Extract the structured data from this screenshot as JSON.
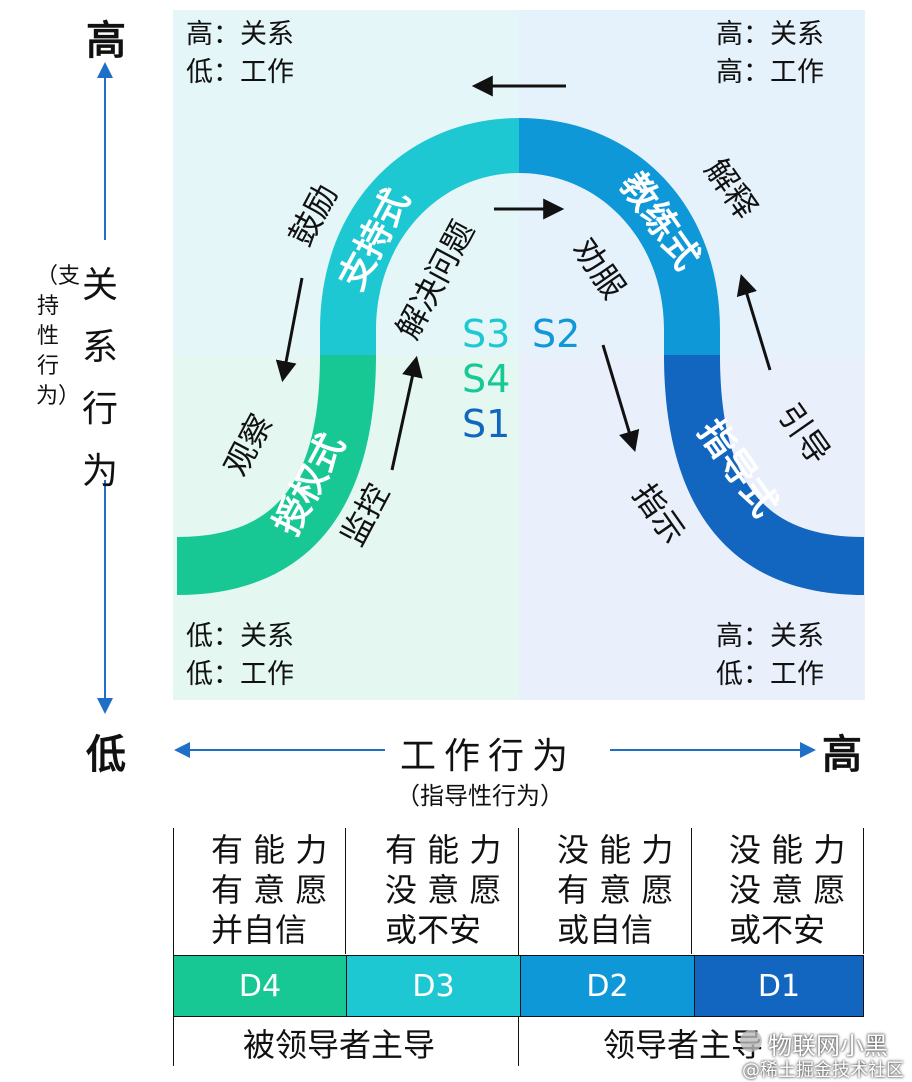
{
  "axes": {
    "y_high": "高",
    "y_low": "低",
    "y_title": "关系行为",
    "y_subtitle": "（支持性行为）",
    "x_title": "工作行为",
    "x_subtitle": "（指导性行为）",
    "x_high": "高"
  },
  "quadrants": {
    "top_left": "高：关系\n低：工作",
    "top_right": "高：关系\n高：工作",
    "bottom_left": "低：关系\n低：工作",
    "bottom_right": "高：关系\n低：工作"
  },
  "styles": {
    "s3": "支持式",
    "s2": "教练式",
    "s1": "指导式",
    "s4": "授权式"
  },
  "flow_labels": {
    "guli": "鼓励",
    "guancha": "观察",
    "jiejue": "解决问题",
    "jiankong": "监控",
    "shuofu": "劝服",
    "zhishi": "指示",
    "jieshi": "解释",
    "yindao": "引导"
  },
  "stages": {
    "s3": "S3",
    "s2": "S2",
    "s4": "S4",
    "s1": "S1"
  },
  "table": {
    "cells": [
      "有 能 力\n有 意 愿\n并自信",
      "有 能 力\n没 意 愿\n或不安",
      "没 能 力\n有 意 愿\n或自信",
      "没 能 力\n没 意 愿\n或不安"
    ],
    "levels": [
      "D4",
      "D3",
      "D2",
      "D1"
    ],
    "footer_left": "被领导者主导",
    "footer_right": "领导者主导"
  },
  "watermark": {
    "line1": "物联网小黑",
    "line2": "@稀土掘金技术社区"
  },
  "colors": {
    "s3": "#1ec8d2",
    "s2": "#0f98d8",
    "s1": "#1266c0",
    "s4": "#18c894",
    "axis_arrow": "#1f6fc8",
    "bg_left": "#e8f8f4",
    "bg_right": "#eef4fb"
  }
}
